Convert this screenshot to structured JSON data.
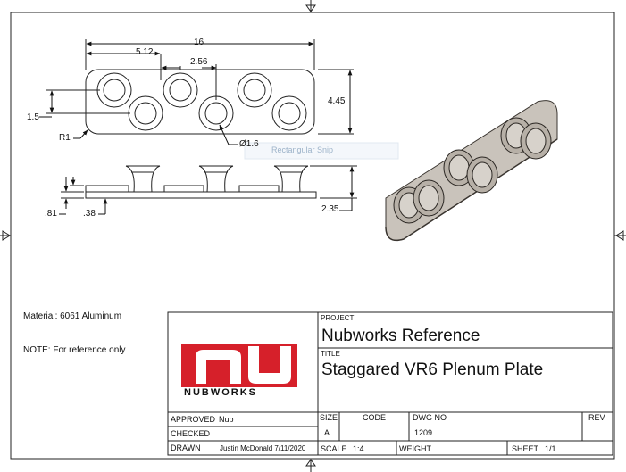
{
  "drawing": {
    "dims": {
      "overall_length": "16",
      "pitch": "5.12",
      "offset": "2.56",
      "height": "4.45",
      "stagger": "1.5",
      "corner_radius": "R1",
      "hole_dia": "Ø1.6",
      "thickness": ".81",
      "step": ".38",
      "total_height": "2.35"
    },
    "watermark": "Rectangular Snip"
  },
  "notes": {
    "material": "Material: 6061 Aluminum",
    "note": "NOTE: For reference only"
  },
  "title_block": {
    "logo_text": "NUBWORKS",
    "project_label": "PROJECT",
    "project": "Nubworks Reference",
    "title_label": "TITLE",
    "title": "Staggared VR6 Plenum Plate",
    "approved_label": "APPROVED",
    "approved_value": "Nub",
    "checked_label": "CHECKED",
    "drawn_label": "DRAWN",
    "drawn_value": "Justin McDonald 7/11/2020",
    "size_label": "SIZE",
    "size_value": "A",
    "code_label": "CODE",
    "dwg_label": "DWG NO",
    "dwg_value": "1209",
    "rev_label": "REV",
    "scale_label": "SCALE",
    "scale_value": "1:4",
    "weight_label": "WEIGHT",
    "sheet_label": "SHEET",
    "sheet_value": "1/1"
  },
  "colors": {
    "logo_red": "#d6202a",
    "plate_grey": "#c9c3bb"
  }
}
